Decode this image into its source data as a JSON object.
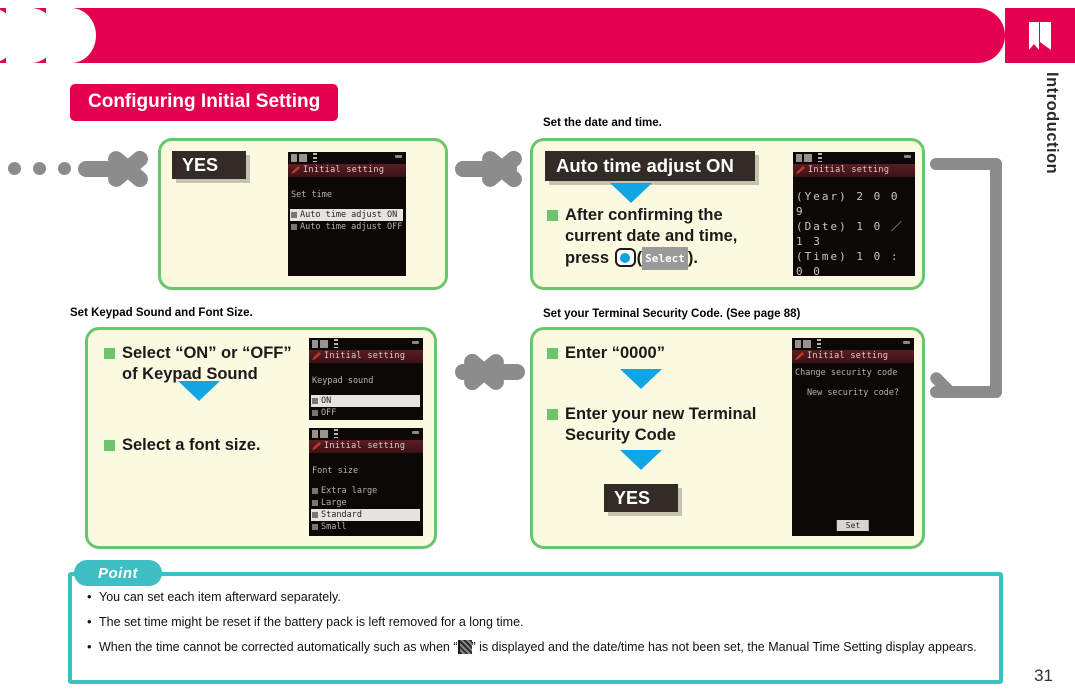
{
  "header": {
    "chapter_label": "Introduction",
    "chapter_icon": "book-icon",
    "section_title": "Configuring Initial Setting"
  },
  "captions": {
    "date_time": "Set the date and time.",
    "keypad_font": "Set Keypad Sound and Font Size.",
    "security": "Set your Terminal Security Code. (See page 88)"
  },
  "panels": {
    "yes_start": {
      "chip": "YES",
      "screen": {
        "title": "Initial setting",
        "heading": "Set time",
        "rows": [
          {
            "label": "Auto time adjust ON",
            "selected": true
          },
          {
            "label": "Auto time adjust OFF",
            "selected": false
          }
        ]
      }
    },
    "date_time": {
      "chip": "Auto time adjust ON",
      "bullet_pre": "After confirming the current date and time, press ",
      "softkey": "Select",
      "bullet_post": ").",
      "key_icon": "center-key-icon",
      "screen": {
        "title": "Initial setting",
        "lines": [
          "(Year) 2 0 0 9",
          "(Date) 1 0 ／ 1 3",
          "(Time) 1 0 : 0 0"
        ]
      }
    },
    "keypad_font": {
      "bullet1": "Select “ON” or “OFF” of Keypad Sound",
      "bullet2": "Select a font size.",
      "screen_keypad": {
        "title": "Initial setting",
        "heading": "Keypad sound",
        "rows": [
          {
            "label": "ON",
            "selected": true
          },
          {
            "label": "OFF",
            "selected": false
          }
        ]
      },
      "screen_font": {
        "title": "Initial setting",
        "heading": "Font size",
        "rows": [
          {
            "label": "Extra large",
            "selected": false
          },
          {
            "label": "Large",
            "selected": false
          },
          {
            "label": "Standard",
            "selected": true
          },
          {
            "label": "Small",
            "selected": false
          }
        ]
      }
    },
    "security": {
      "bullet1": "Enter “0000”",
      "bullet2": "Enter your new Terminal Security Code",
      "chip": "YES",
      "screen": {
        "title": "Initial setting",
        "subtitle": "Change security code",
        "prompt": "New security code?",
        "softbutton": "Set"
      }
    }
  },
  "point": {
    "label": "Point",
    "items": [
      "You can set each item afterward separately.",
      "The set time might be reset if the battery pack is left removed for a long time.",
      "When the time cannot be corrected automatically such as when “ ” is displayed and the date/time has not been set, the Manual Time Setting display appears."
    ],
    "item3_pre": "When the time cannot be corrected automatically such as when “",
    "item3_post": "” is displayed and the date/time has not been set, the Manual Time Setting display appears."
  },
  "page_number": "31",
  "colors": {
    "brand_red": "#e4004f",
    "panel_green": "#6cc46c",
    "panel_bg": "#fbfae1",
    "chip_dark": "#332b26",
    "arrow_gray": "#8c8c8c",
    "triangle_blue": "#11a6e3",
    "point_teal": "#3dbfc4"
  }
}
